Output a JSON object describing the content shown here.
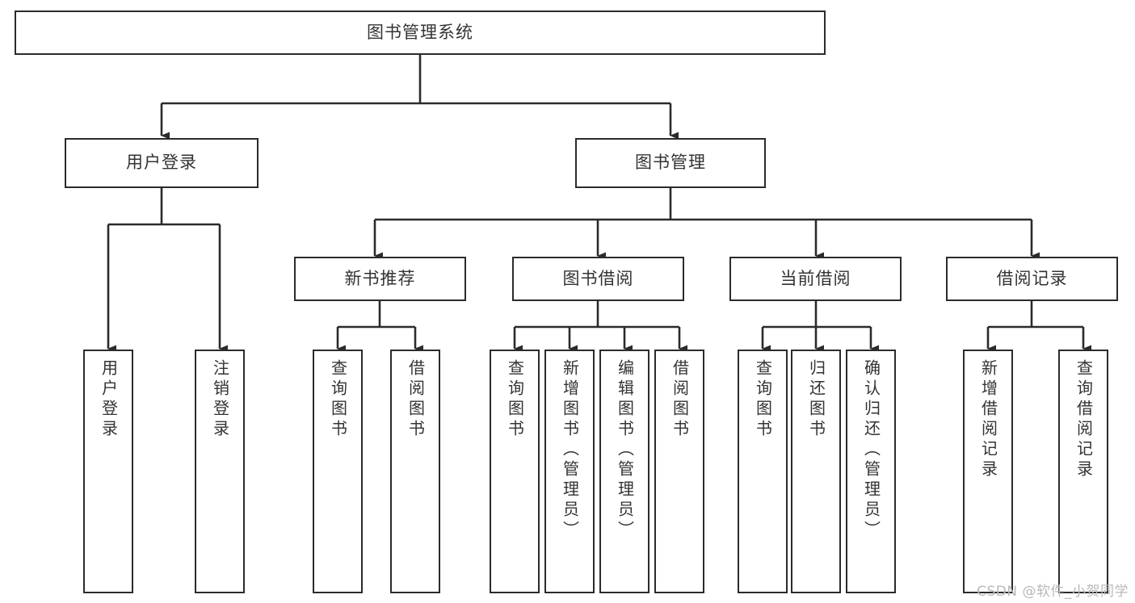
{
  "diagram": {
    "title": "图书管理系统",
    "type": "tree",
    "orientation": "top-down",
    "colors": {
      "box_border": "#2b2b2b",
      "box_fill": "#ffffff",
      "text": "#333333",
      "connector": "#2b2b2b",
      "watermark": "#b9b9b9",
      "background": "#ffffff"
    },
    "root": {
      "label": "图书管理系统"
    },
    "level2": [
      {
        "label": "用户登录"
      },
      {
        "label": "图书管理"
      }
    ],
    "level3": [
      {
        "label": "新书推荐"
      },
      {
        "label": "图书借阅"
      },
      {
        "label": "当前借阅"
      },
      {
        "label": "借阅记录"
      }
    ],
    "leaves": {
      "user_login": [
        {
          "label": "用户登录"
        },
        {
          "label": "注销登录"
        }
      ],
      "new_book_recommend": [
        {
          "label": "查询图书"
        },
        {
          "label": "借阅图书"
        }
      ],
      "book_borrow": [
        {
          "label": "查询图书"
        },
        {
          "label": "新增图书（管理员）"
        },
        {
          "label": "编辑图书（管理员）"
        },
        {
          "label": "借阅图书"
        }
      ],
      "current_borrow": [
        {
          "label": "查询图书"
        },
        {
          "label": "归还图书"
        },
        {
          "label": "确认归还（管理员）"
        }
      ],
      "borrow_record": [
        {
          "label": "新增借阅记录"
        },
        {
          "label": "查询借阅记录"
        }
      ]
    },
    "watermark": "CSDN @软件_小贺同学"
  }
}
